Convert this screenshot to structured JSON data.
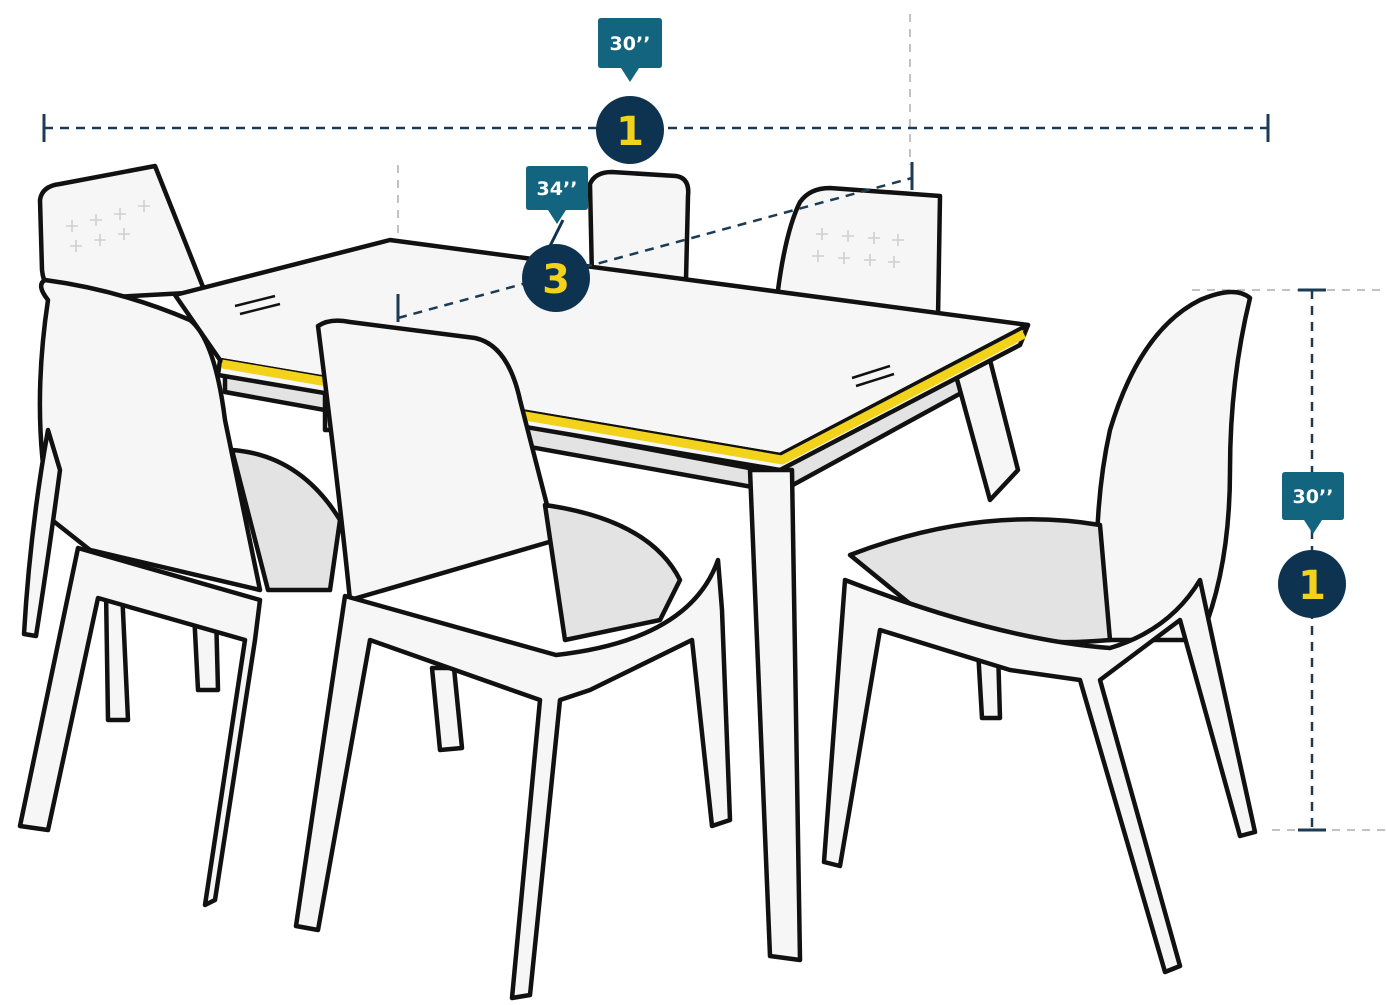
{
  "colors": {
    "marker_navy": "#0e3350",
    "tag_teal": "#13647f",
    "number_yellow": "#f2d21b",
    "edge_highlight": "#f2d21b",
    "outline": "#111111",
    "furniture_fill": "#f6f6f6",
    "shadow_fill": "#e3e3e3"
  },
  "measurements": [
    {
      "marker": "1",
      "value": "30’’",
      "icon": "price-tag-marker"
    },
    {
      "marker": "3",
      "value": "34’’",
      "icon": "price-tag-marker"
    },
    {
      "marker": "1",
      "value": "30’’",
      "icon": "price-tag-marker"
    }
  ]
}
